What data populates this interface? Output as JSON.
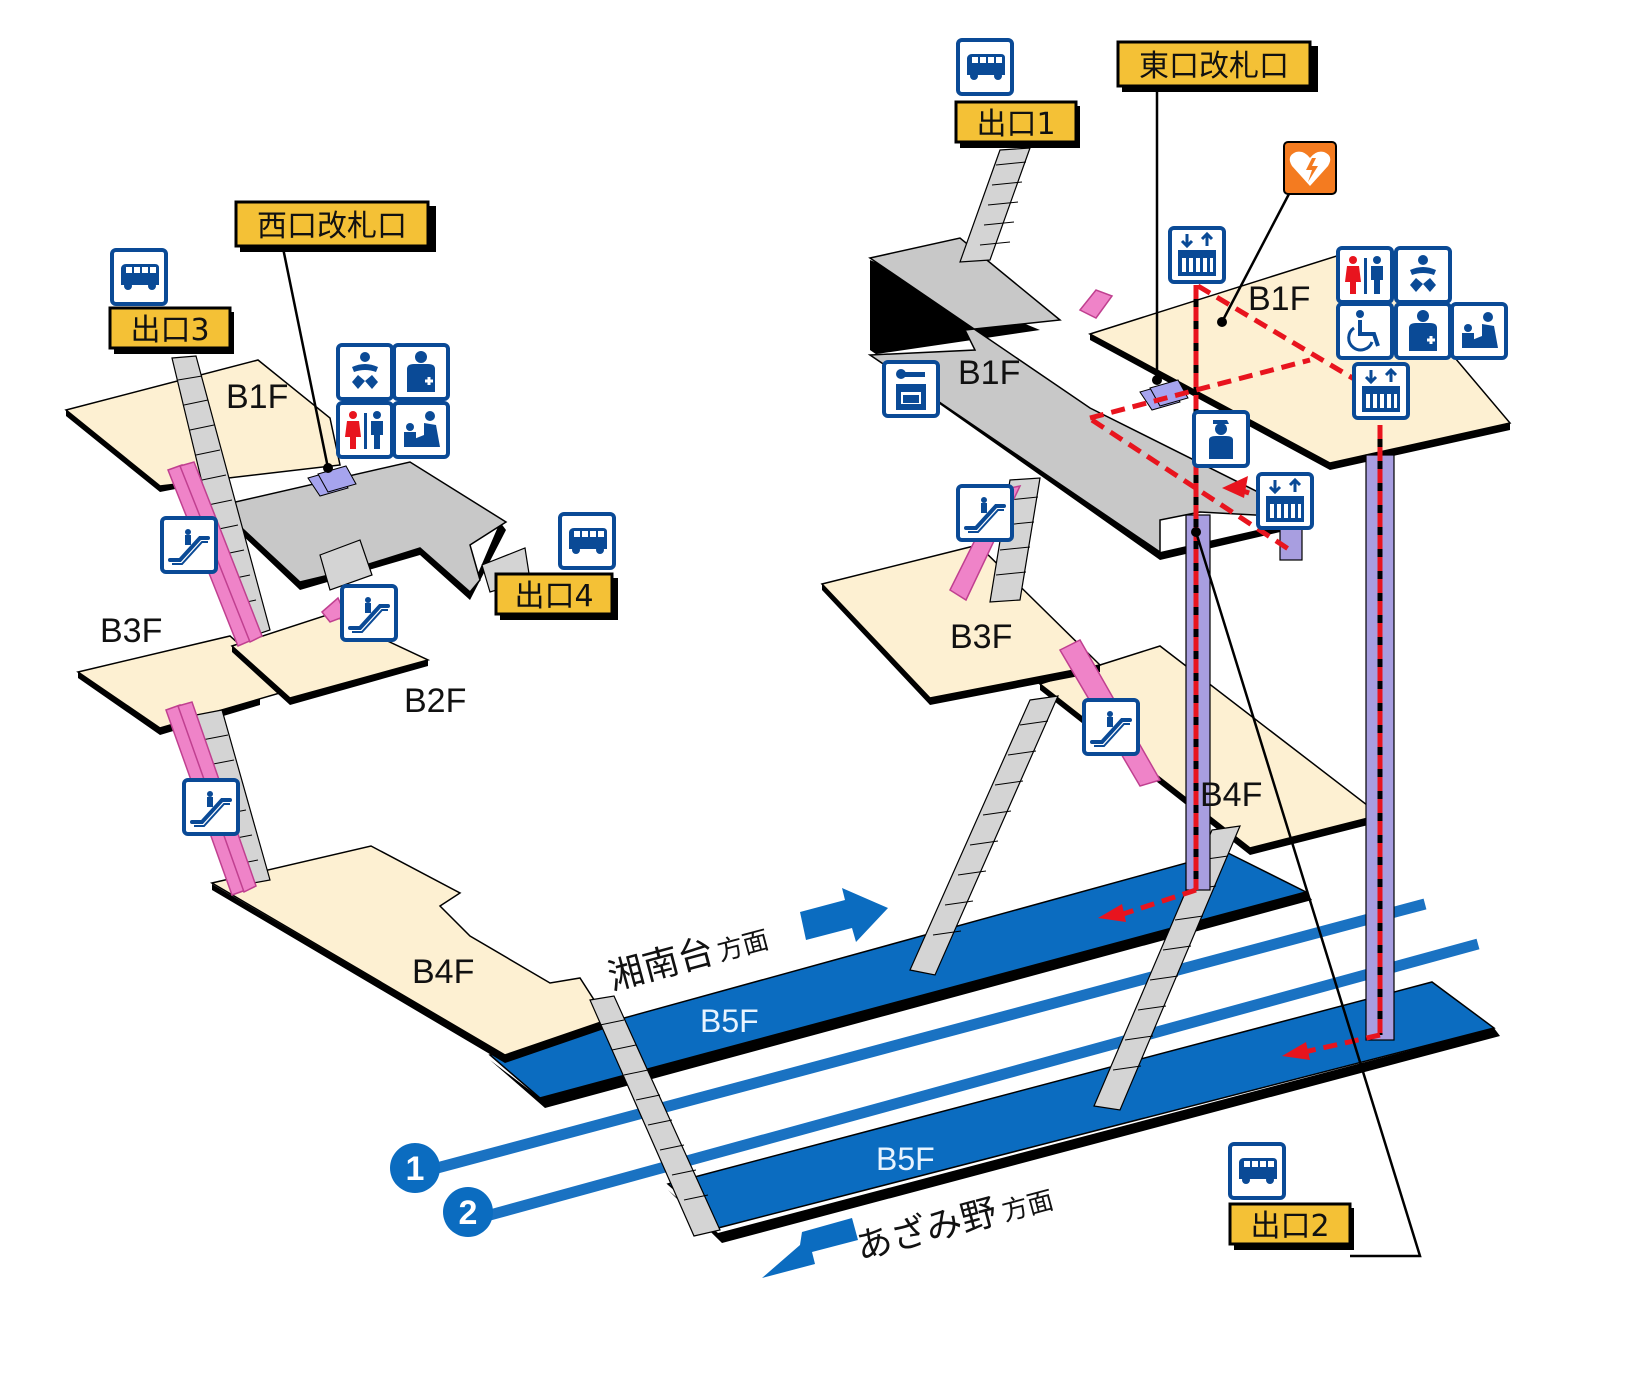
{
  "gates": {
    "west": "西口改札口",
    "east": "東口改札口"
  },
  "exits": {
    "exit1": "出口1",
    "exit2": "出口2",
    "exit3": "出口3",
    "exit4": "出口4"
  },
  "floors": {
    "west_b1f": "B1F",
    "west_b2f": "B2F",
    "west_b3f": "B3F",
    "west_b4f": "B4F",
    "east_b1f_concourse": "B1F",
    "east_b1f": "B1F",
    "east_b3f": "B3F",
    "east_b4f": "B4F",
    "platform_upper": "B5F",
    "platform_lower": "B5F"
  },
  "directions": {
    "shonandai_main": "湘南台",
    "shonandai_suffix": "方面",
    "azamino_main": "あざみ野",
    "azamino_suffix": "方面"
  },
  "tracks": [
    "1",
    "2"
  ],
  "icons": {
    "bus": "bus-icon",
    "escalator": "escalator-icon",
    "elevator": "elevator-icon",
    "toilet": "toilet-icon",
    "baby": "baby-changing-icon",
    "first_aid": "first-aid-icon",
    "nursing": "nursing-room-icon",
    "wheelchair": "wheelchair-icon",
    "locker": "coin-locker-icon",
    "staff": "station-staff-icon",
    "aed": "aed-icon"
  },
  "colors": {
    "sign_yellow": "#f4c136",
    "platform_blue": "#0b6cc0",
    "pictogram_blue": "#0a4a96",
    "floor_beige": "#fdf0d2",
    "concourse_gray": "#c8c8c8",
    "route_red": "#e8141e",
    "escalator_pink": "#ef83c8",
    "elevator_purple": "#a89ee0",
    "aed_orange": "#f47b20"
  }
}
